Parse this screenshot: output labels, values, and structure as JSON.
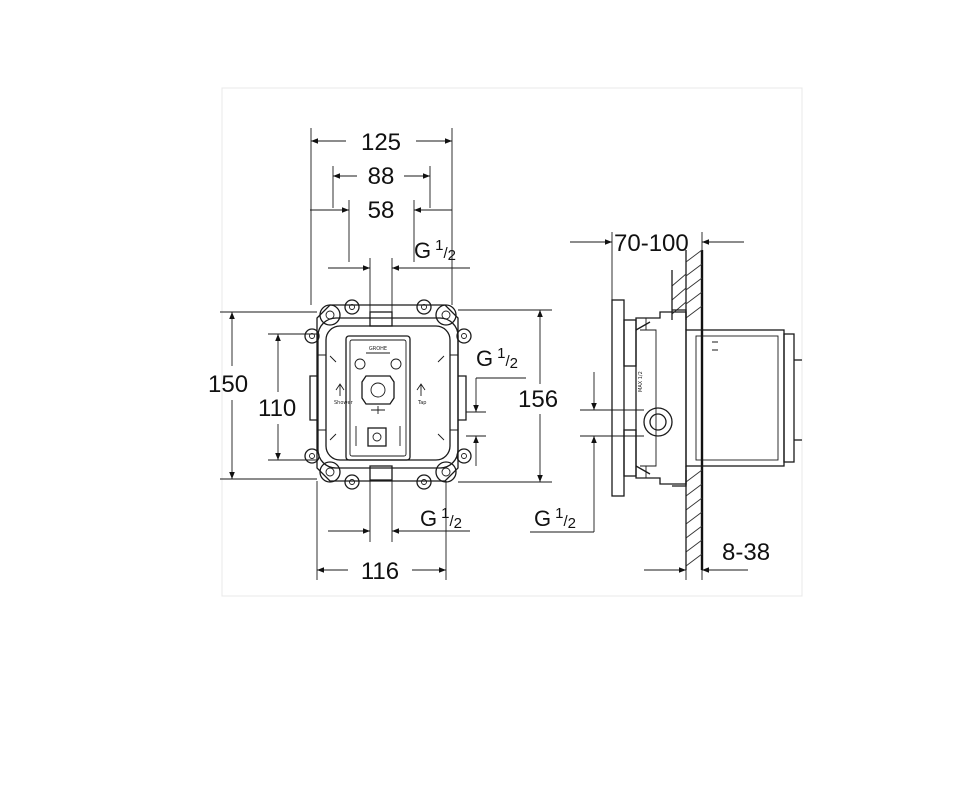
{
  "dimensions": {
    "d125": "125",
    "d88": "88",
    "d58": "58",
    "d150": "150",
    "d110": "110",
    "d156": "156",
    "d116": "116",
    "d70_100": "70-100",
    "d8_38": "8-38"
  },
  "thread": {
    "letter": "G",
    "numerator": "1",
    "slash": "/",
    "denominator": "2"
  },
  "body_labels": {
    "brand": "GROHE",
    "mark_left": "Shower",
    "mark_right": "Tap",
    "side_mark": "MAX 1/2"
  },
  "colors": {
    "line": "#1a1a1a",
    "background": "#ffffff"
  }
}
